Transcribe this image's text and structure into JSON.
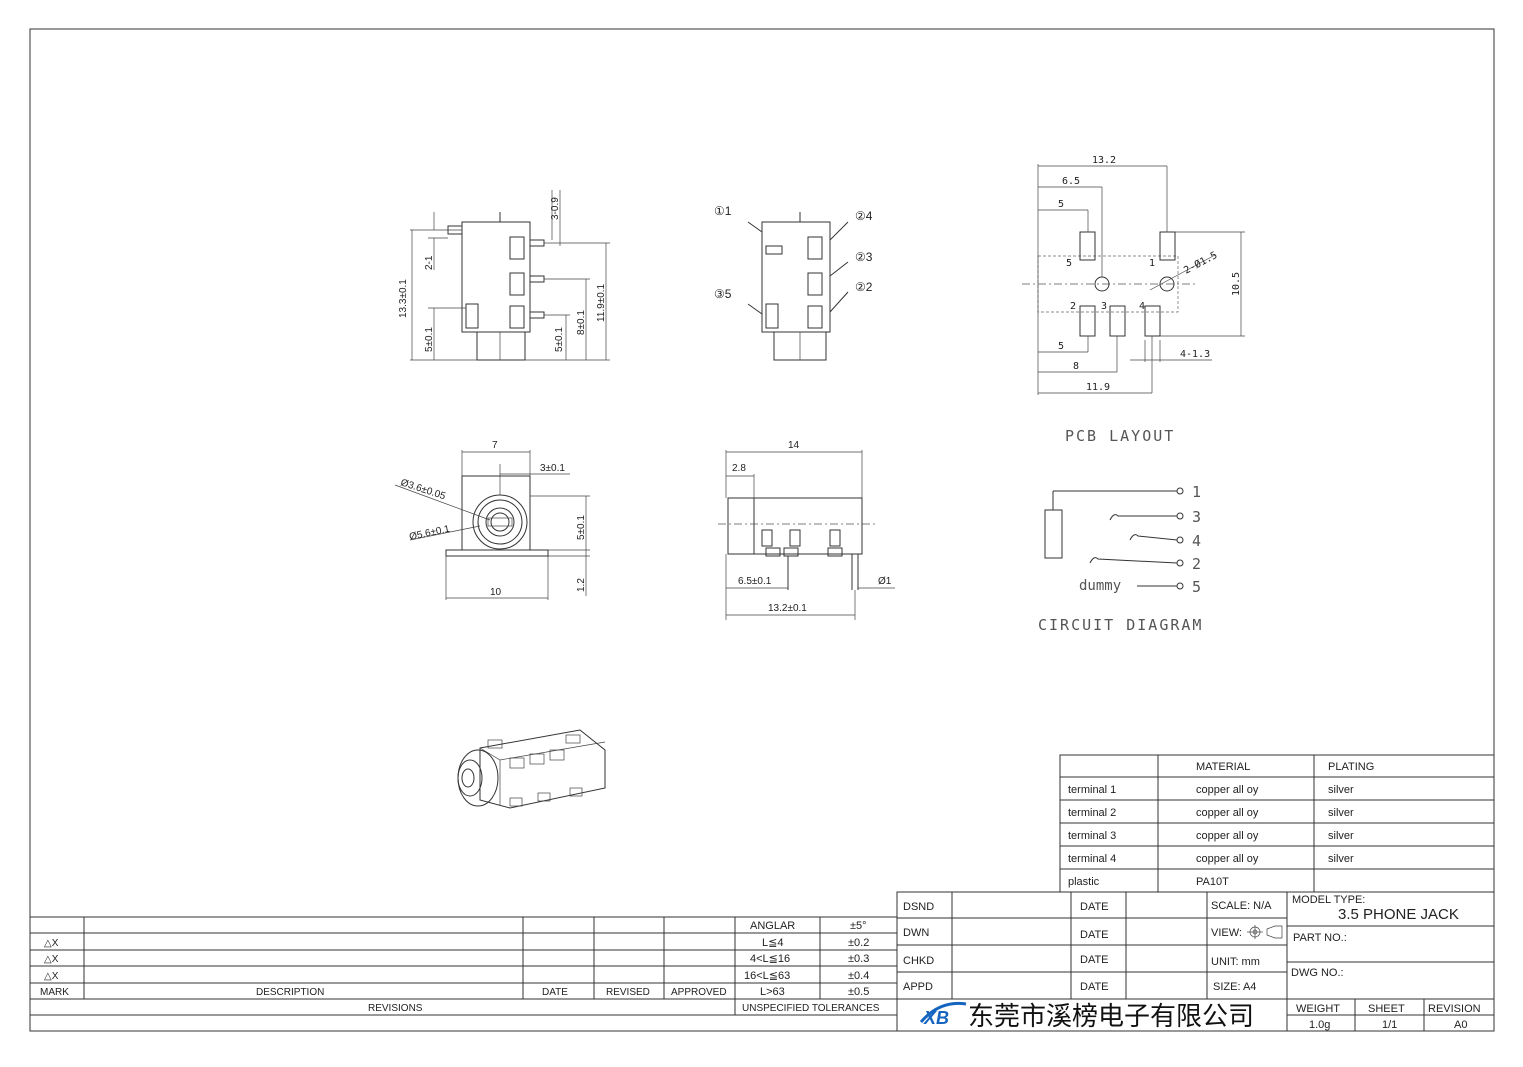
{
  "views": {
    "front": {
      "dims": [
        "3-0.9",
        "2-1",
        "13.3±0.1",
        "5±0.1",
        "5±0.1",
        "8±0.1",
        "11.9±0.1"
      ]
    },
    "pins": {
      "labels": [
        "①1",
        "②4",
        "②3",
        "②2",
        "③5"
      ]
    },
    "end": {
      "dims": [
        "7",
        "3±0.1",
        "Ø3.6±0.05",
        "Ø5.6±0.1",
        "5±0.1",
        "1.2",
        "10"
      ]
    },
    "side": {
      "dims": [
        "14",
        "2.8",
        "6.5±0.1",
        "Ø1",
        "13.2±0.1"
      ]
    },
    "pcb": {
      "dims": [
        "13.2",
        "6.5",
        "5",
        "10.5",
        "2-Ø1.5",
        "5",
        "8",
        "4-1.3",
        "11.9"
      ],
      "pad_numbers": [
        "5",
        "1",
        "2",
        "3",
        "4"
      ],
      "caption": "PCB LAYOUT"
    },
    "circuit": {
      "pins": [
        "1",
        "3",
        "4",
        "2",
        "5"
      ],
      "dummy": "dummy",
      "caption": "CIRCUIT DIAGRAM"
    }
  },
  "materials": {
    "headers": [
      "MATERIAL",
      "PLATING"
    ],
    "rows": [
      [
        "terminal 1",
        "copper all oy",
        "silver"
      ],
      [
        "terminal 2",
        "copper all oy",
        "silver"
      ],
      [
        "terminal 3",
        "copper all oy",
        "silver"
      ],
      [
        "terminal 4",
        "copper all oy",
        "silver"
      ],
      [
        "plastic",
        "PA10T",
        ""
      ]
    ]
  },
  "revisions": {
    "marks": [
      "△X",
      "△X",
      "△X"
    ],
    "headers": [
      "MARK",
      "DESCRIPTION",
      "DATE",
      "REVISED",
      "APPROVED"
    ],
    "footer": "REVISIONS"
  },
  "tolerances": {
    "rows": [
      [
        "ANGLAR",
        "±5°"
      ],
      [
        "L≦4",
        "±0.2"
      ],
      [
        "4<L≦16",
        "±0.3"
      ],
      [
        "16<L≦63",
        "±0.4"
      ],
      [
        "L>63",
        "±0.5"
      ]
    ],
    "footer": "UNSPECIFIED TOLERANCES"
  },
  "signoff": {
    "roles": [
      "DSND",
      "DWN",
      "CHKD",
      "APPD"
    ],
    "date_label": "DATE"
  },
  "drawing_info": {
    "scale": "SCALE: N/A",
    "view": "VIEW:",
    "unit": "UNIT: mm",
    "size": "SIZE: A4",
    "model_type_label": "MODEL TYPE:",
    "model_type": "3.5 PHONE JACK",
    "part_no_label": "PART NO.:",
    "dwg_no_label": "DWG NO.:",
    "weight_label": "WEIGHT",
    "weight": "1.0g",
    "sheet_label": "SHEET",
    "sheet": "1/1",
    "revision_label": "REVISION",
    "revision": "A0"
  },
  "company": {
    "name": "东莞市溪榜电子有限公司",
    "logo_text": "XB",
    "logo_color": "#1565c0"
  }
}
